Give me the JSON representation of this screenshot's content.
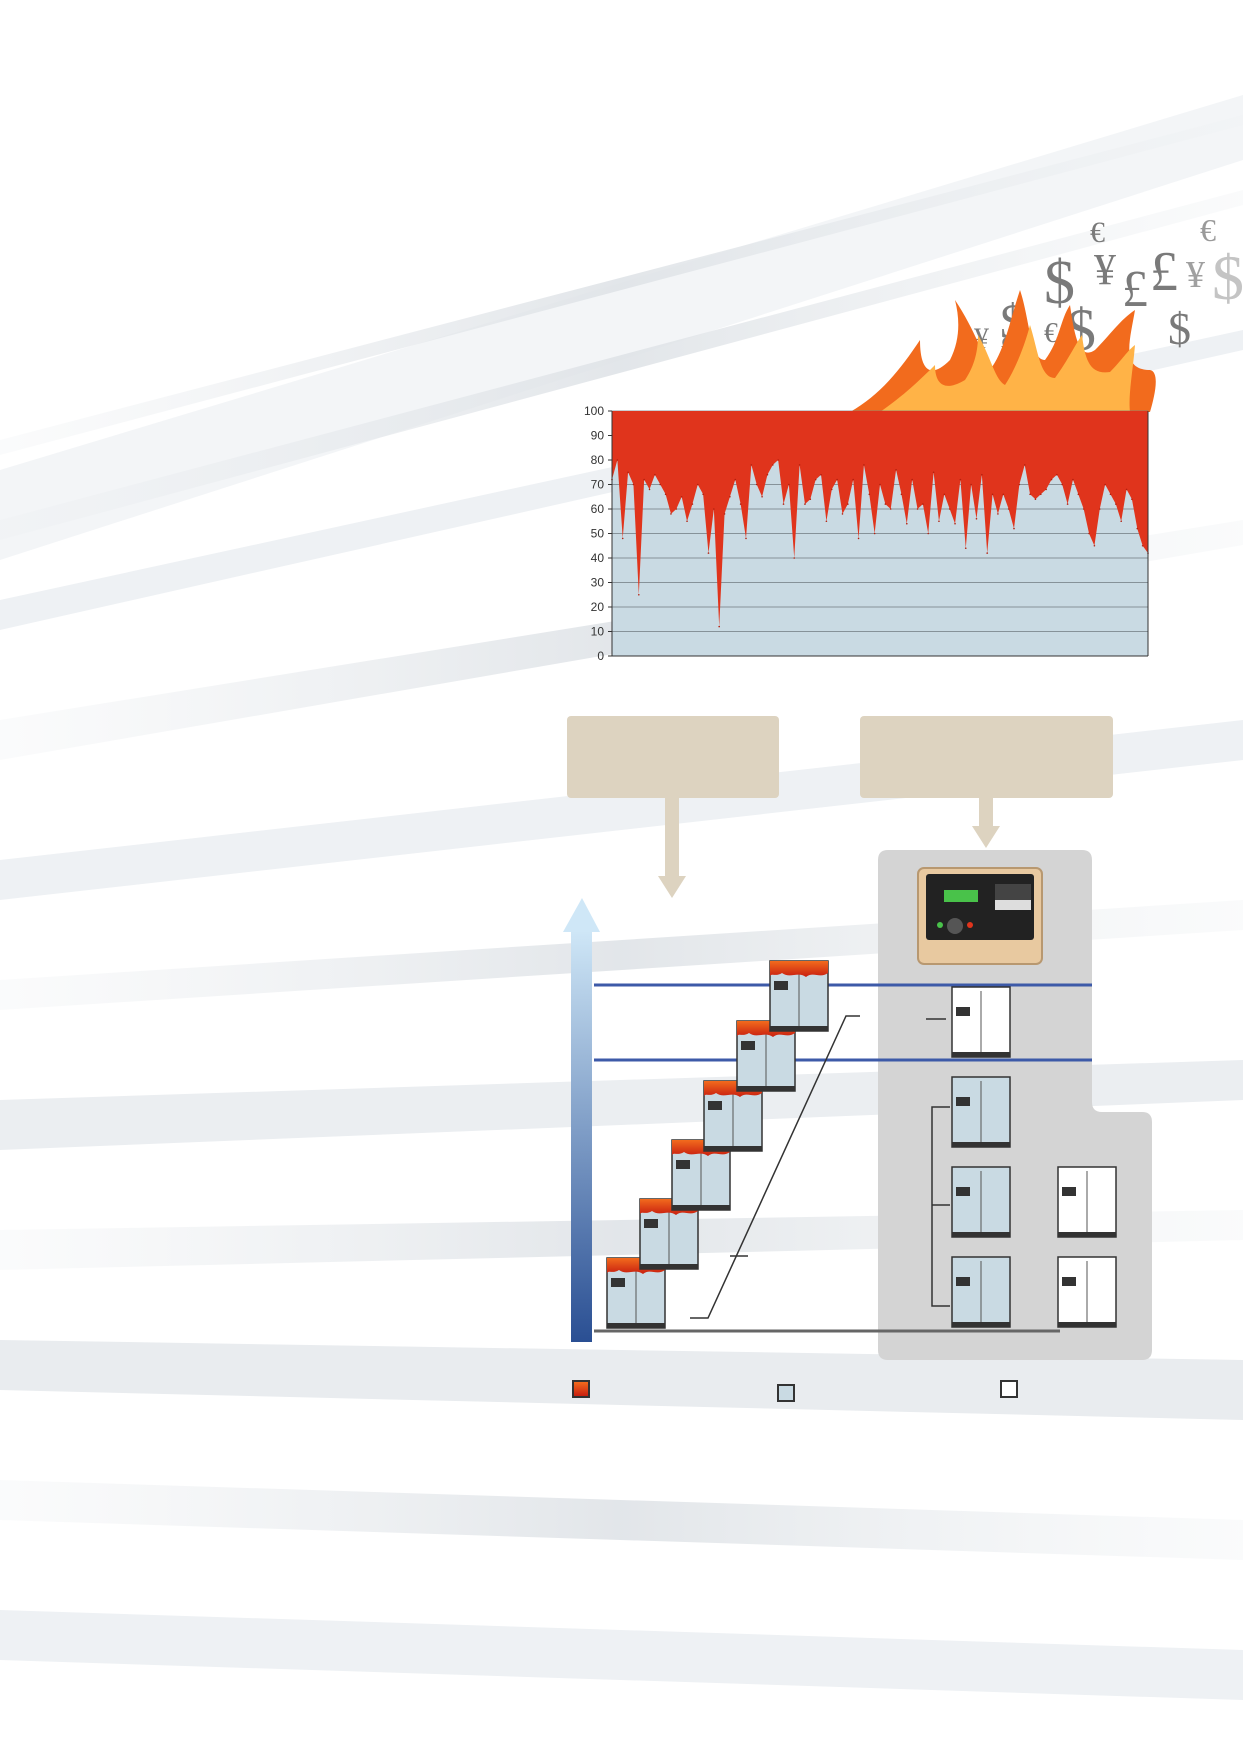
{
  "chart_data": {
    "type": "area",
    "ylim": [
      0,
      100
    ],
    "yticks": [
      0,
      10,
      20,
      30,
      40,
      50,
      60,
      70,
      80,
      90,
      100
    ],
    "x": [
      0,
      1,
      2,
      3,
      4,
      5,
      6,
      7,
      8,
      9,
      10,
      11,
      12,
      13,
      14,
      15,
      16,
      17,
      18,
      19,
      20,
      21,
      22,
      23,
      24,
      25,
      26,
      27,
      28,
      29,
      30,
      31,
      32,
      33,
      34,
      35,
      36,
      37,
      38,
      39,
      40,
      41,
      42,
      43,
      44,
      45,
      46,
      47,
      48,
      49,
      50,
      51,
      52,
      53,
      54,
      55,
      56,
      57,
      58,
      59,
      60,
      61,
      62,
      63,
      64,
      65,
      66,
      67,
      68,
      69,
      70,
      71,
      72,
      73,
      74,
      75,
      76,
      77,
      78,
      79,
      80,
      81,
      82,
      83,
      84,
      85,
      86,
      87,
      88,
      89,
      90,
      91,
      92,
      93,
      94,
      95,
      96,
      97,
      98,
      99,
      100
    ],
    "values": [
      72,
      80,
      48,
      75,
      70,
      25,
      72,
      68,
      74,
      70,
      66,
      58,
      60,
      65,
      55,
      62,
      70,
      66,
      42,
      60,
      12,
      58,
      65,
      72,
      62,
      48,
      78,
      70,
      65,
      74,
      78,
      80,
      62,
      70,
      40,
      78,
      62,
      64,
      72,
      74,
      55,
      68,
      72,
      58,
      62,
      72,
      48,
      78,
      66,
      50,
      70,
      62,
      60,
      76,
      66,
      54,
      72,
      60,
      62,
      50,
      75,
      55,
      66,
      60,
      54,
      72,
      44,
      70,
      56,
      74,
      42,
      66,
      58,
      66,
      60,
      52,
      70,
      78,
      66,
      64,
      66,
      68,
      72,
      74,
      70,
      62,
      72,
      66,
      60,
      50,
      45,
      60,
      70,
      66,
      62,
      55,
      68,
      64,
      52,
      45,
      42
    ],
    "fill_below": "#c9dae3",
    "fill_above": "#e0341c",
    "grid": true
  },
  "currency_symbols": [
    "$",
    "€",
    "¥",
    "£",
    "$",
    "¥",
    "£",
    "$",
    "€",
    "¥",
    "£",
    "$",
    "€",
    "$"
  ],
  "legend": {
    "items": [
      {
        "swatch_color": "#e0341c",
        "label": ""
      },
      {
        "swatch_color": "#c9dae3",
        "label": ""
      },
      {
        "swatch_color": "#ffffff",
        "label": ""
      }
    ]
  },
  "colors": {
    "flame_outer": "#f26b1d",
    "flame_inner": "#ffb347",
    "callout": "#ddd3c0",
    "arrow_up": "#2a4f93",
    "band_line": "#3d5aa8",
    "panel": "#cfcfcf",
    "controller_body": "#e8c9a0"
  }
}
